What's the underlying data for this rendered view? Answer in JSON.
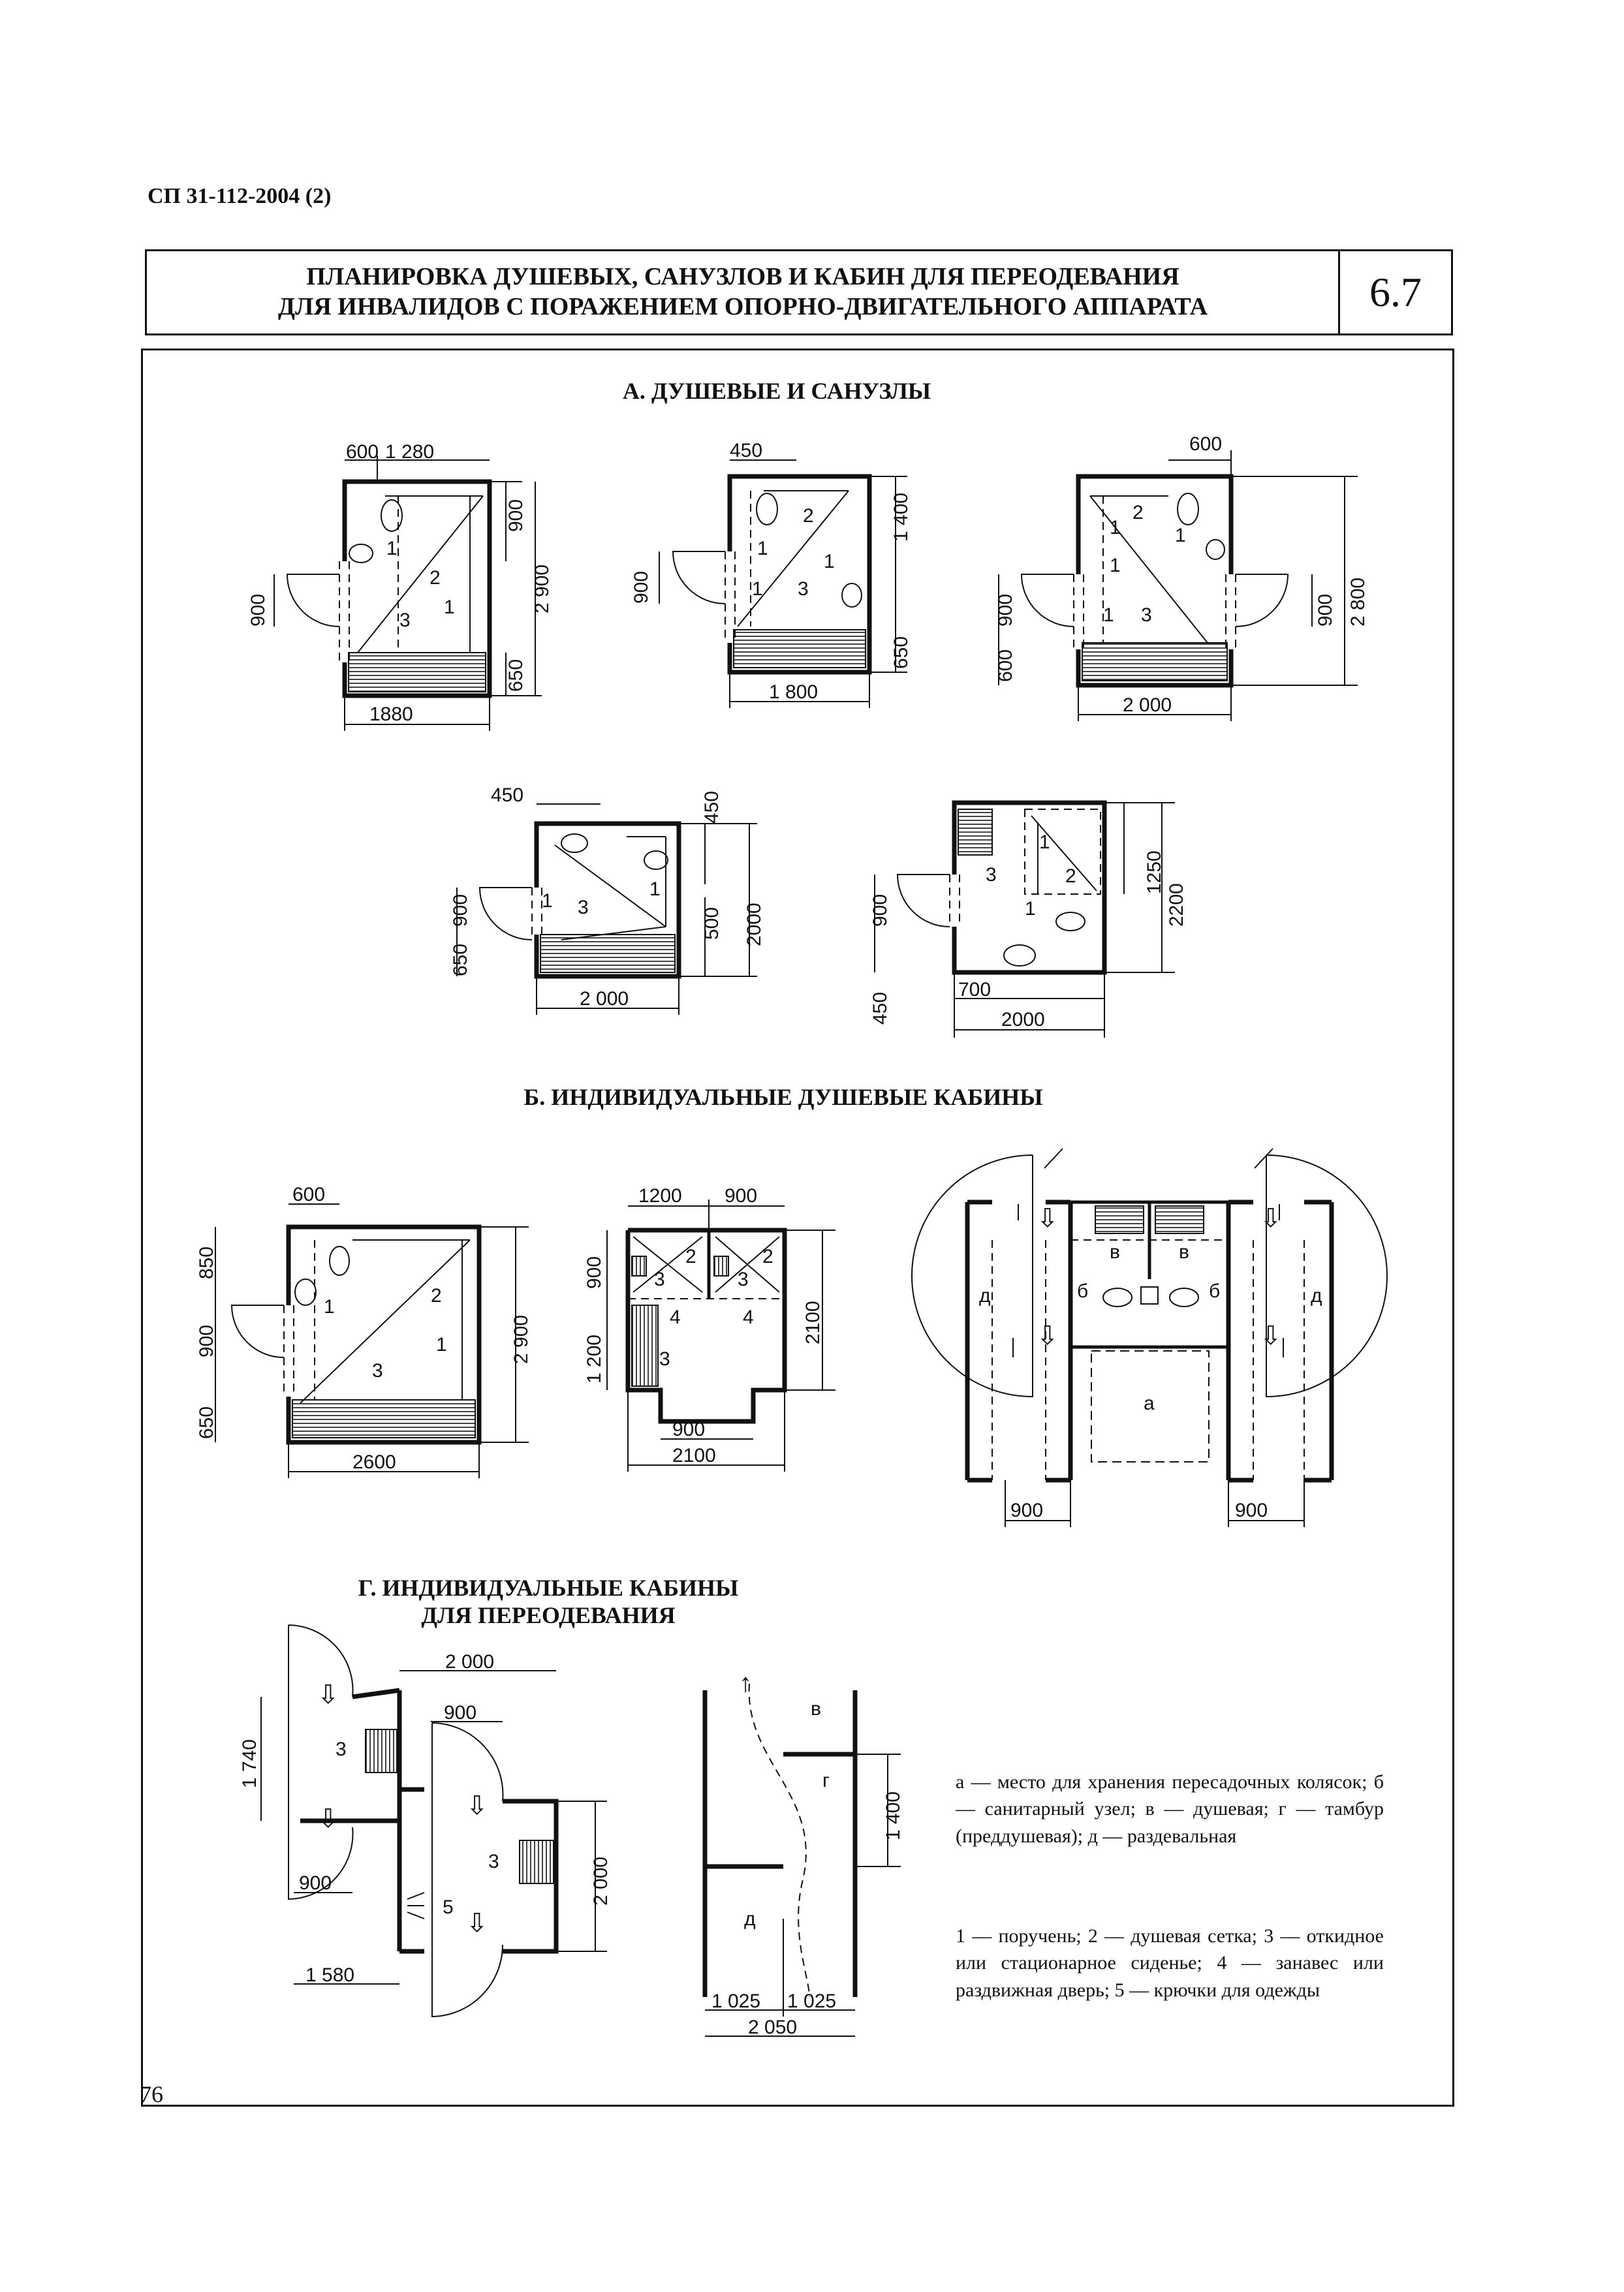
{
  "header": {
    "doc_code": "СП 31-112-2004 (2)",
    "title_line1": "ПЛАНИРОВКА ДУШЕВЫХ, САНУЗЛОВ И КАБИН ДЛЯ ПЕРЕОДЕВАНИЯ",
    "title_line2": "ДЛЯ ИНВАЛИДОВ С ПОРАЖЕНИЕМ ОПОРНО-ДВИГАТЕЛЬНОГО АППАРАТА",
    "section_number": "6.7"
  },
  "sections": {
    "a": "А. ДУШЕВЫЕ И САНУЗЛЫ",
    "b": "Б. ИНДИВИДУАЛЬНЫЕ ДУШЕВЫЕ КАБИНЫ",
    "g_line1": "Г. ИНДИВИДУАЛЬНЫЕ КАБИНЫ",
    "g_line2": "ДЛЯ ПЕРЕОДЕВАНИЯ"
  },
  "dims": {
    "d600": "600",
    "d1280": "1 280",
    "d900": "900",
    "d2900": "2 900",
    "d650": "650",
    "d1880": "1880",
    "d450": "450",
    "d1400": "1 400",
    "d1800": "1 800",
    "d2800": "2 800",
    "d2000": "2 000",
    "d500": "500",
    "d2000b": "2000",
    "d1250": "1250",
    "d2200": "2200",
    "d700": "700",
    "d850": "850",
    "d2600": "2600",
    "d1200": "1200",
    "d1200s": "1 200",
    "d2100": "2100",
    "d1740": "1 740",
    "d1580": "1 580",
    "d1025": "1 025",
    "d2050": "2 050"
  },
  "marks": {
    "m1": "1",
    "m2": "2",
    "m3": "3",
    "m4": "4",
    "m5": "5",
    "a": "а",
    "b": "б",
    "v": "в",
    "g": "г",
    "d": "д"
  },
  "legend": {
    "zones": "а — место для хранения пересадочных колясок; б — санитарный узел; в — душевая; г — тамбур (преддушевая); д — раздевальная",
    "items": "1 — поручень; 2 — душевая сетка; 3 — откидное или стационарное сиденье; 4 — занавес или раздвижная дверь; 5 — крючки для одежды"
  },
  "page_number": "76"
}
